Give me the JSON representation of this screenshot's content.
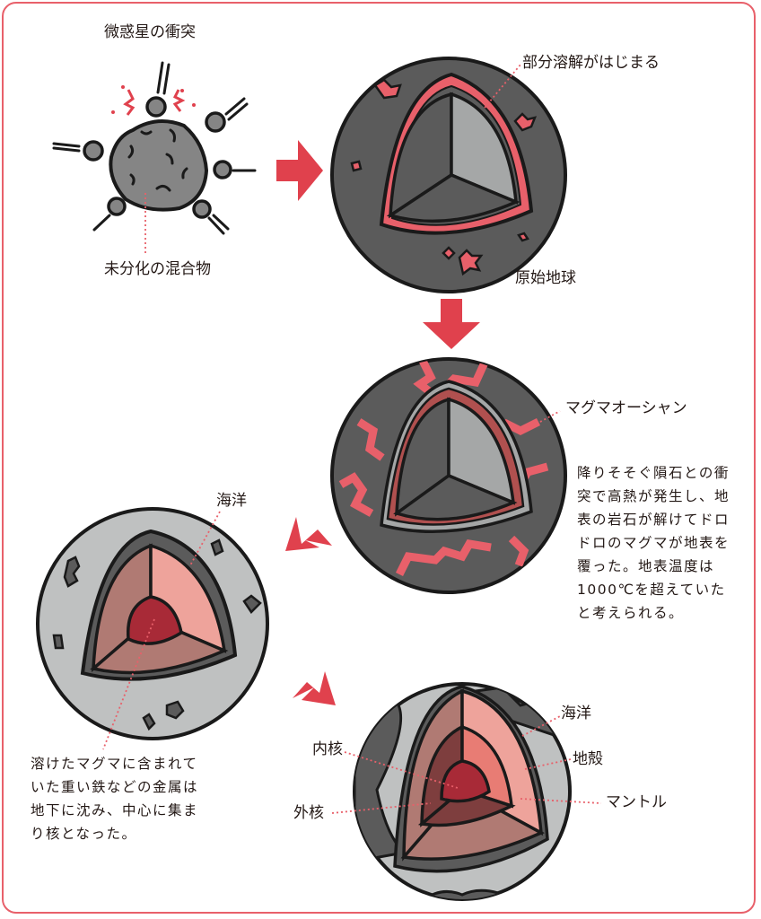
{
  "colors": {
    "frame": "#e8606a",
    "arrow": "#e0414d",
    "magma": "#e8606a",
    "dark_rock": "#5b5b5b",
    "mid_rock": "#6e6e6e",
    "light_rock": "#a5a7a7",
    "ocean_gray": "#bfc1c1",
    "mantle_outer": "#b07a73",
    "crust_pink": "#eea39b",
    "mantle_mid": "#e87c74",
    "outer_core": "#7e3e3e",
    "inner_core": "#a82a37",
    "outline": "#1a1a1a"
  },
  "stages": {
    "planetesimal": {
      "title": "微惑星の衝突",
      "caption": "未分化の混合物"
    },
    "proto_earth": {
      "callout": "部分溶解がはじまる",
      "caption": "原始地球"
    },
    "magma_ocean": {
      "callout": "マグマオーシャン",
      "description": "降りそそぐ隕石との衝\n突で高熱が発生し、地\n表の岩石が解けてドロ\nドロのマグマが地表を\n覆った。地表温度は\n1000℃を超えていた\nと考えられる。"
    },
    "core_formation": {
      "callout": "海洋",
      "description": "溶けたマグマに含まれて\nいた重い鉄などの金属は\n地下に沈み、中心に集ま\nり核となった。"
    },
    "modern_earth": {
      "labels": {
        "ocean": "海洋",
        "crust": "地殻",
        "mantle": "マントル",
        "inner_core": "内核",
        "outer_core": "外核"
      }
    }
  }
}
